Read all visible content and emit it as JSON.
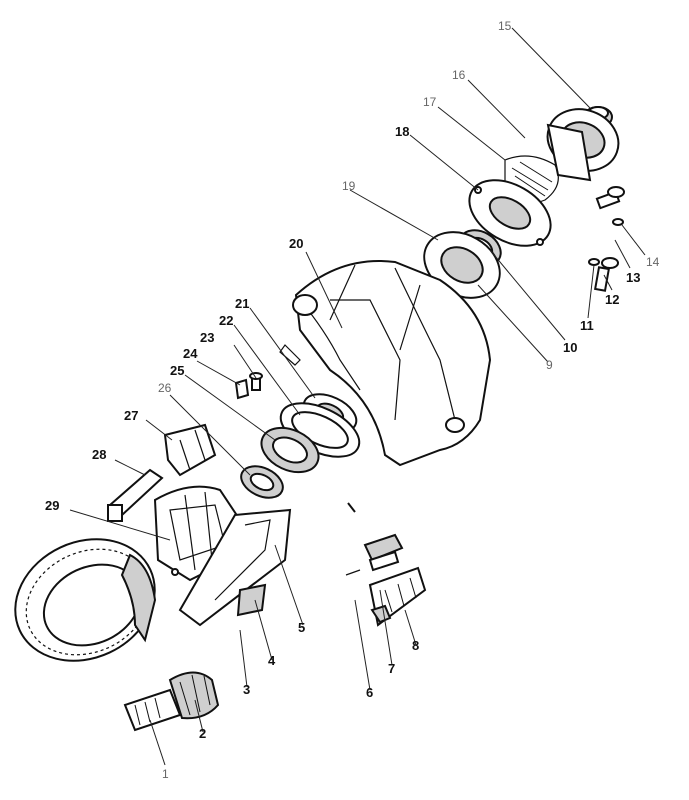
{
  "diagram": {
    "callouts": [
      {
        "label": "1",
        "faint": true
      },
      {
        "label": "2",
        "faint": false
      },
      {
        "label": "3",
        "faint": false
      },
      {
        "label": "4",
        "faint": false
      },
      {
        "label": "5",
        "faint": false
      },
      {
        "label": "6",
        "faint": false
      },
      {
        "label": "7",
        "faint": false
      },
      {
        "label": "8",
        "faint": false
      },
      {
        "label": "9",
        "faint": true
      },
      {
        "label": "10",
        "faint": false
      },
      {
        "label": "11",
        "faint": false
      },
      {
        "label": "12",
        "faint": false
      },
      {
        "label": "13",
        "faint": false
      },
      {
        "label": "14",
        "faint": true
      },
      {
        "label": "15",
        "faint": true
      },
      {
        "label": "16",
        "faint": true
      },
      {
        "label": "17",
        "faint": true
      },
      {
        "label": "18",
        "faint": false
      },
      {
        "label": "19",
        "faint": true
      },
      {
        "label": "20",
        "faint": false
      },
      {
        "label": "21",
        "faint": false
      },
      {
        "label": "22",
        "faint": false
      },
      {
        "label": "23",
        "faint": false
      },
      {
        "label": "24",
        "faint": false
      },
      {
        "label": "25",
        "faint": false
      },
      {
        "label": "26",
        "faint": true
      },
      {
        "label": "27",
        "faint": false
      },
      {
        "label": "28",
        "faint": false
      },
      {
        "label": "29",
        "faint": false
      }
    ]
  }
}
